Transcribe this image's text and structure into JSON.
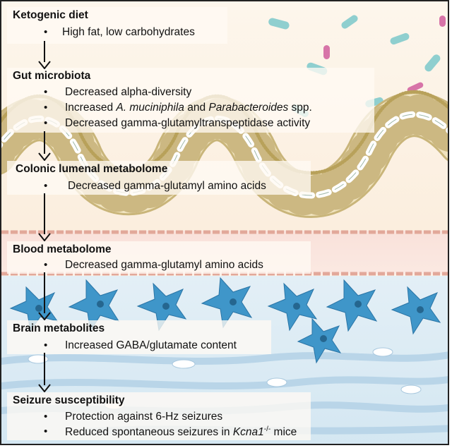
{
  "sections": [
    {
      "heading": "Ketogenic diet",
      "items": [
        {
          "segments": [
            {
              "text": "High fat, low carbohydrates"
            }
          ]
        }
      ]
    },
    {
      "heading": "Gut microbiota",
      "items": [
        {
          "segments": [
            {
              "text": "Decreased alpha-diversity"
            }
          ]
        },
        {
          "segments": [
            {
              "text": "Increased "
            },
            {
              "text": "A. muciniphila",
              "italic": true
            },
            {
              "text": " and "
            },
            {
              "text": "Parabacteroides",
              "italic": true
            },
            {
              "text": " spp."
            }
          ]
        },
        {
          "segments": [
            {
              "text": "Decreased gamma-glutamyltranspeptidase activity"
            }
          ]
        }
      ]
    },
    {
      "heading": "Colonic lumenal metabolome",
      "items": [
        {
          "segments": [
            {
              "text": "Decreased gamma-glutamyl amino acids"
            }
          ]
        }
      ]
    },
    {
      "heading": "Blood metabolome",
      "items": [
        {
          "segments": [
            {
              "text": "Decreased gamma-glutamyl amino acids"
            }
          ]
        }
      ]
    },
    {
      "heading": "Brain metabolites",
      "items": [
        {
          "segments": [
            {
              "text": "Increased GABA/glutamate content"
            }
          ]
        }
      ]
    },
    {
      "heading": "Seizure susceptibility",
      "items": [
        {
          "segments": [
            {
              "text": "Protection against 6-Hz seizures"
            }
          ]
        },
        {
          "segments": [
            {
              "text": "Reduced spontaneous seizures in "
            },
            {
              "text": "Kcna1",
              "italic": true
            },
            {
              "text": "-/-",
              "sup": true
            },
            {
              "text": " mice"
            }
          ]
        }
      ]
    }
  ],
  "colors": {
    "text": "#111111",
    "background_top": "#fdf3e6",
    "epithelium": "#ecd9a6",
    "blood_layer": "#f7d4cc",
    "brain_layer": "#dcebf4",
    "neuron": "#3f96c9"
  }
}
